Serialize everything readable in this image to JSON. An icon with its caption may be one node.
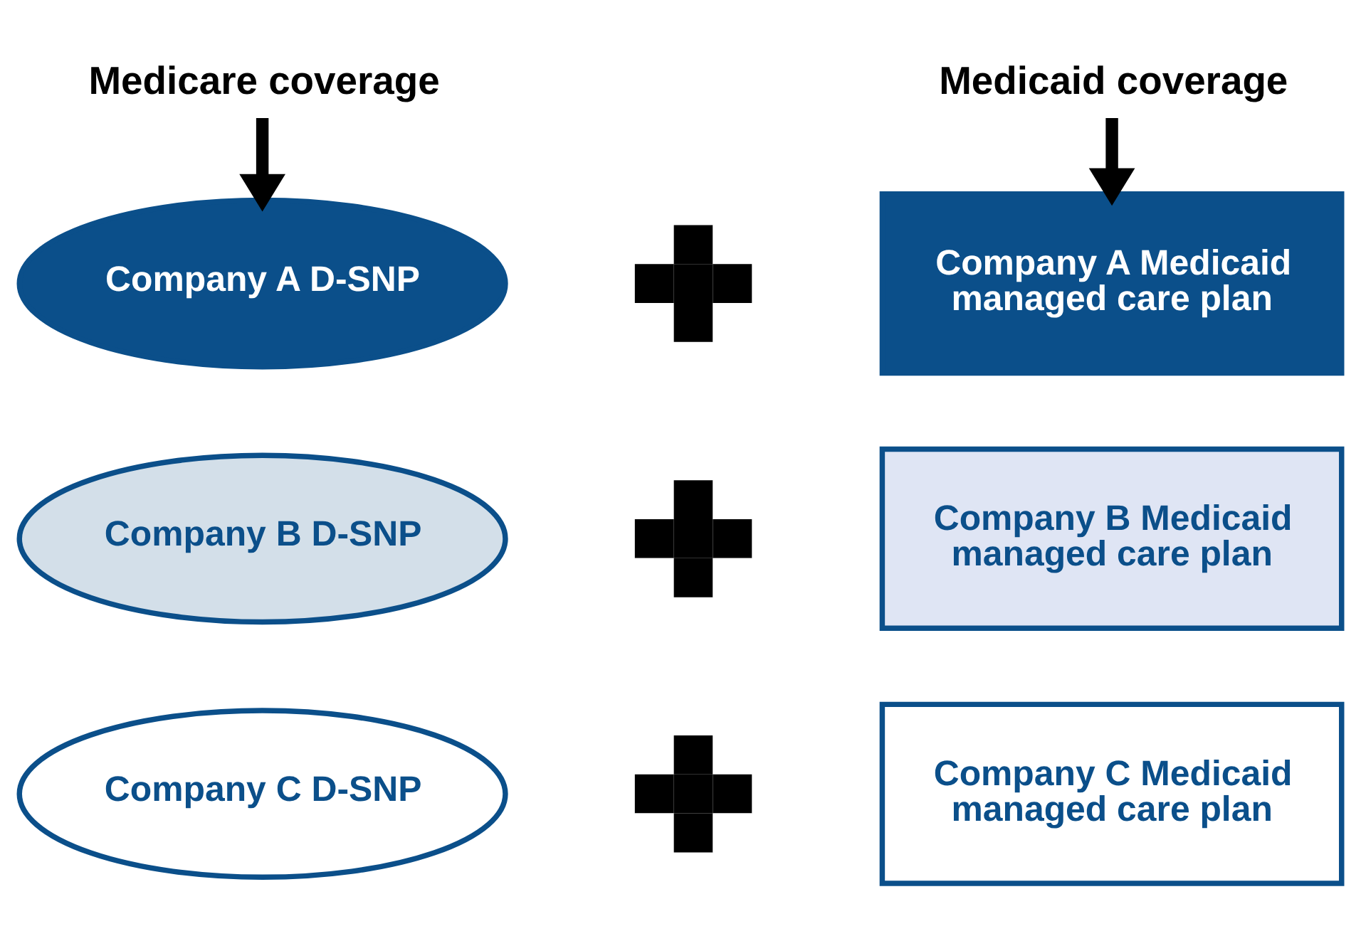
{
  "diagram": {
    "nodes": [
      {
        "text": [
          "Medicare coverage"
        ]
      },
      {
        "text": [
          "Medicaid coverage"
        ]
      },
      {
        "text": [
          "Company A D-SNP"
        ]
      },
      {
        "text": [],
        "shape": "plus"
      },
      {
        "text": [
          "Company A Medicaid managed care plan"
        ]
      },
      {
        "text": [
          "Company B D-SNP"
        ]
      },
      {
        "text": [],
        "shape": "plus"
      },
      {
        "text": [
          "Company B Medicaid managed care plan"
        ]
      },
      {
        "text": [
          "Company C D-SNP"
        ]
      },
      {
        "text": [],
        "shape": "plus"
      },
      {
        "text": [
          "Company C Medicaid managed care plan"
        ]
      }
    ],
    "edges": [
      {
        "from": 0,
        "to": 2,
        "arrow": "to"
      },
      {
        "from": 1,
        "to": 4,
        "arrow": "to"
      }
    ]
  }
}
